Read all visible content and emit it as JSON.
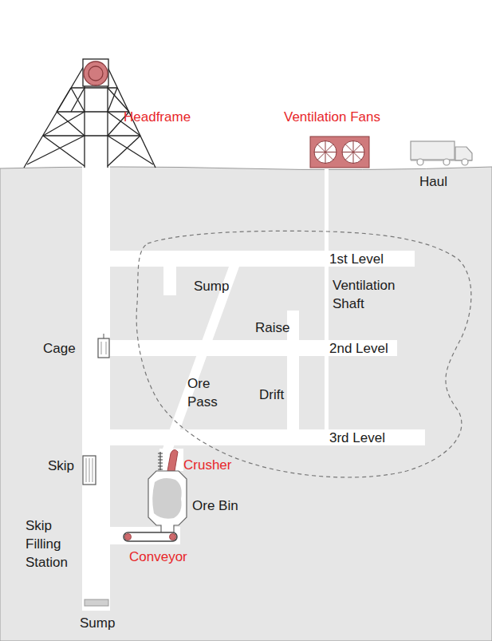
{
  "diagram": {
    "labels": [
      "Headframe",
      "Ventilation Fans",
      "Haul",
      "1st Level",
      "Sump",
      "Ventilation Shaft",
      "Raise",
      "Cage",
      "2nd Level",
      "Ore Pass",
      "Drift",
      "3rd Level",
      "Skip",
      "Crusher",
      "Ore Bin",
      "Skip Filling Station",
      "Conveyor",
      "Sump"
    ]
  }
}
